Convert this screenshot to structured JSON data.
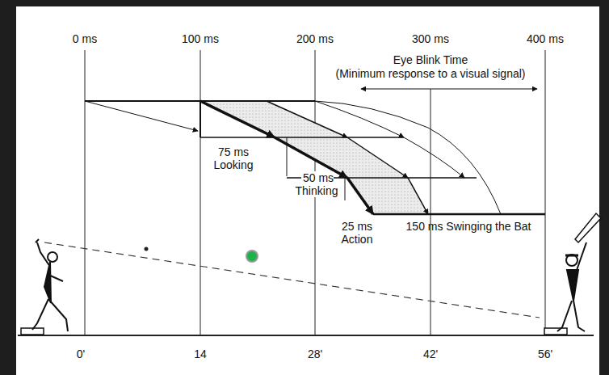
{
  "diagram": {
    "labels": [
      "0 ms",
      "100 ms",
      "200 ms",
      "300 ms",
      "400 ms",
      "Eye Blink Time",
      "(Minimum response to a visual signal)",
      "75 ms Looking",
      "50 ms Thinking",
      "25 ms Action",
      "150 ms Swinging the Bat",
      "0'",
      "14",
      "28'",
      "42'",
      "56'"
    ]
  }
}
